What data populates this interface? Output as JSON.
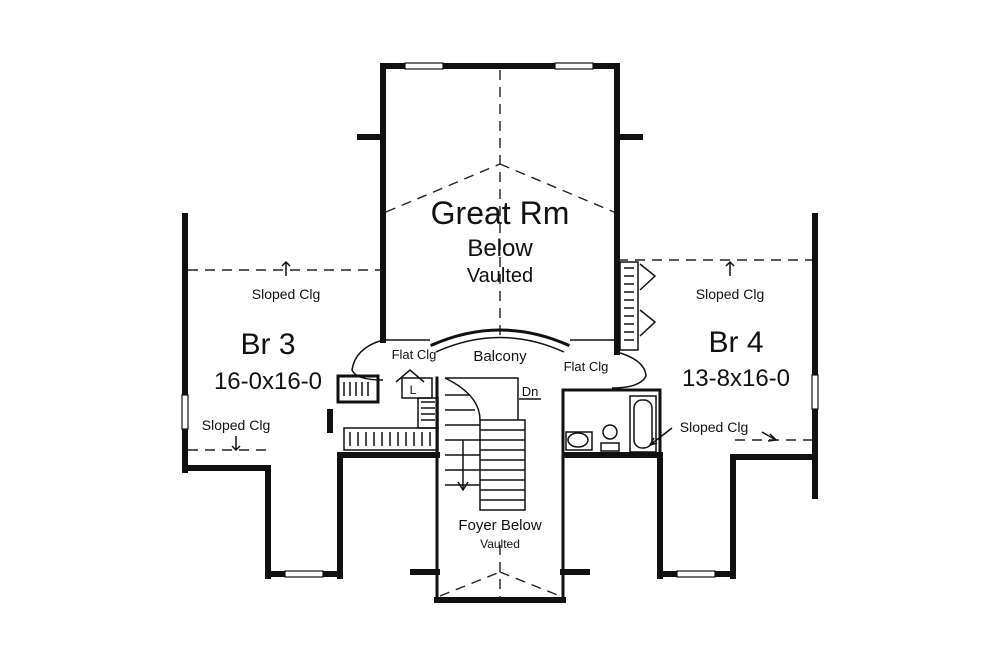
{
  "rooms": {
    "great_room": {
      "name": "Great Rm",
      "note1": "Below",
      "note2": "Vaulted"
    },
    "br3": {
      "name": "Br 3",
      "size": "16-0x16-0",
      "ceiling_top": "Sloped Clg",
      "ceiling_bottom": "Sloped Clg"
    },
    "br4": {
      "name": "Br 4",
      "size": "13-8x16-0",
      "ceiling_top": "Sloped Clg",
      "ceiling_bottom": "Sloped Clg"
    },
    "balcony": {
      "name": "Balcony"
    },
    "flat_clg_left": "Flat Clg",
    "flat_clg_right": "Flat Clg",
    "linen": "L",
    "stair_dir": "Dn",
    "foyer": {
      "name": "Foyer Below",
      "note": "Vaulted"
    }
  }
}
